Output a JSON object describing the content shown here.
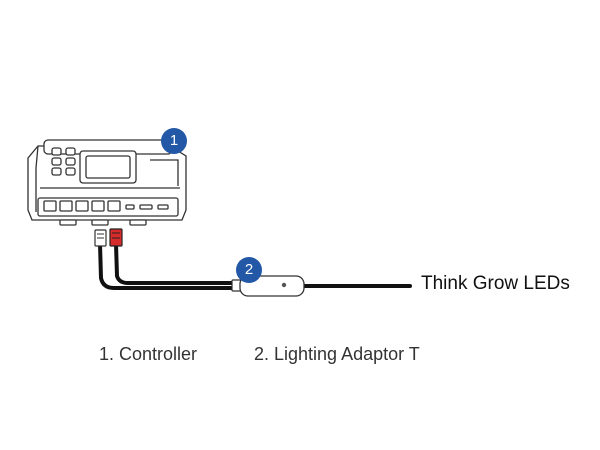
{
  "callouts": {
    "controller_number": "1",
    "adaptor_number": "2"
  },
  "labels": {
    "leds": "Think Grow LEDs",
    "legend_controller": "1. Controller",
    "legend_adaptor": "2.  Lighting Adaptor T"
  },
  "colors": {
    "badge": "#2358a6",
    "cable": "#111111",
    "red_plug": "#d72b2b",
    "outline": "#333333"
  },
  "icons": {
    "controller": "controller-device-icon",
    "adaptor": "lighting-adaptor-icon"
  }
}
